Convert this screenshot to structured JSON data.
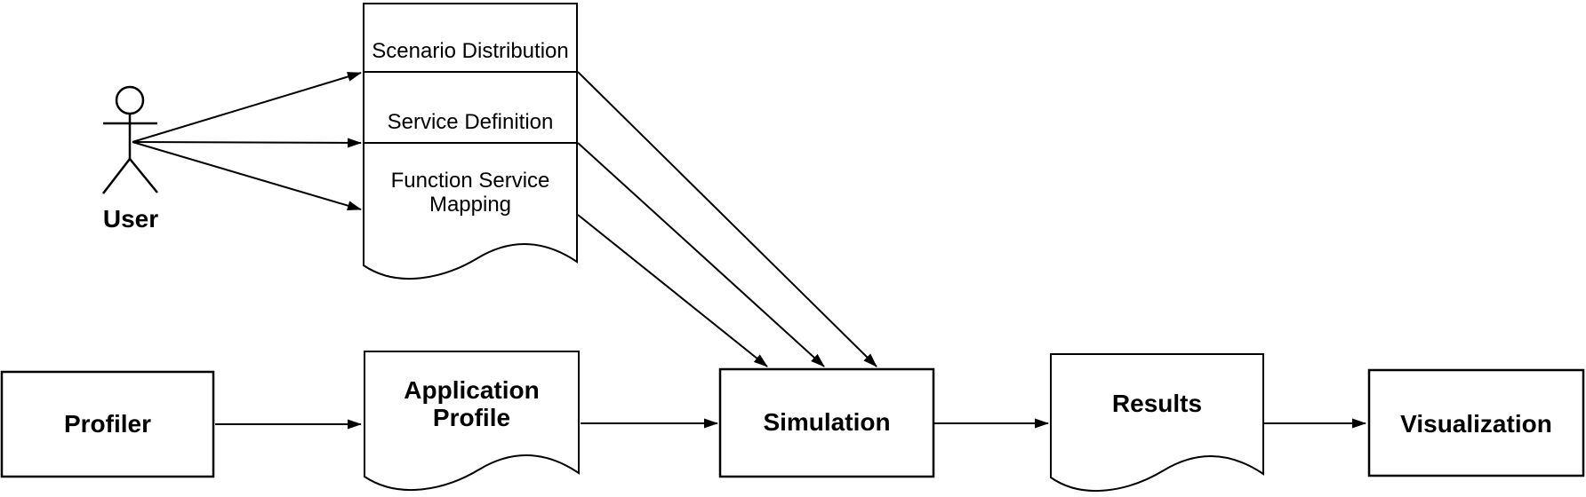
{
  "diagram": {
    "actor": {
      "label": "User"
    },
    "config_document": {
      "items": [
        {
          "label": "Scenario Distribution"
        },
        {
          "label": "Service Definition"
        },
        {
          "label": "Function Service Mapping"
        }
      ]
    },
    "nodes": {
      "profiler": {
        "label": "Profiler"
      },
      "application_profile": {
        "label": "Application Profile"
      },
      "simulation": {
        "label": "Simulation"
      },
      "results": {
        "label": "Results"
      },
      "visualization": {
        "label": "Visualization"
      }
    },
    "colors": {
      "stroke": "#000000",
      "shape_fill": "#ffffff",
      "text": "#000000",
      "background": "#ffffff"
    }
  }
}
